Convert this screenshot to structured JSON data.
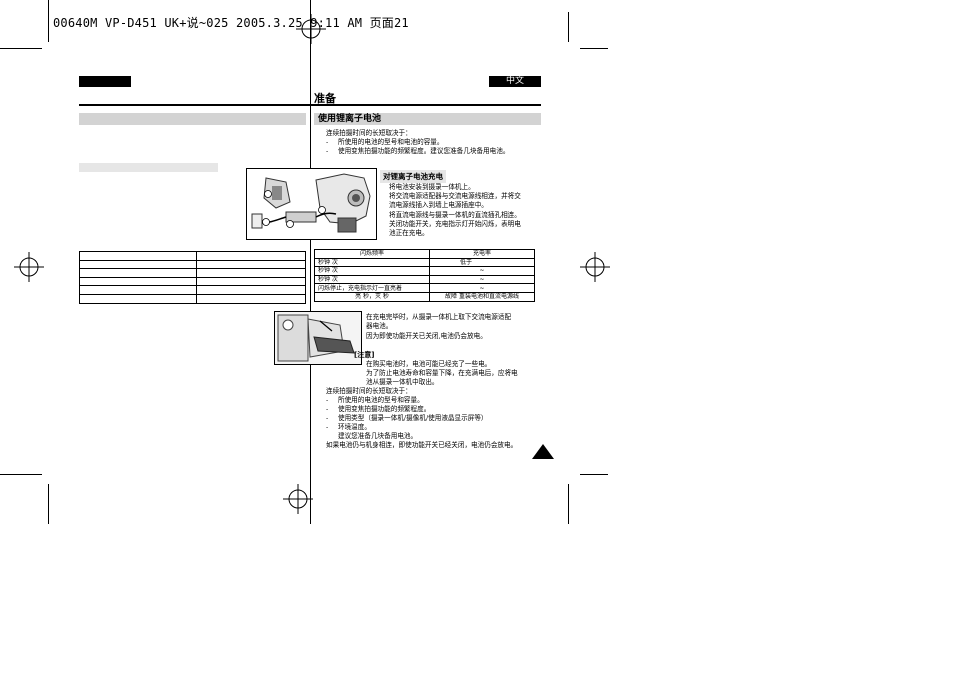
{
  "print_header": "00640M VP-D451 UK+说~025  2005.3.25 9:11 AM  页面21",
  "lang_tab_left": "",
  "lang_tab_right": "中文",
  "page_title": "准备",
  "section_title": "使用锂离子电池",
  "intro": {
    "line1": "连续拍摄时间的长短取决于：",
    "bullet1": "所使用的电池的型号和电池的容量。",
    "bullet2": "使用变焦拍摄功能的频繁程度。建议您准备几块备用电池。",
    "dash": "-"
  },
  "charging": {
    "heading": "对锂离子电池充电",
    "lines": [
      "将电池安装到摄录一体机上。",
      "将交流电源适配器与交流电源线相连，并将交",
      "流电源线插入到墙上电源插座中。",
      "将直流电源线与摄录一体机的直流插孔相连。",
      "关闭功能开关，充电指示灯开始闪烁，表明电",
      "池正在充电。"
    ]
  },
  "led_table": {
    "header": [
      "闪烁频率",
      "充电率"
    ],
    "rows": [
      [
        "秒钟 次",
        "低于"
      ],
      [
        "秒钟 次",
        "~"
      ],
      [
        "秒钟 次",
        "~"
      ],
      [
        "闪烁停止，充电指示灯一直亮着",
        "~"
      ],
      [
        "亮 秒，灭 秒",
        "故障 重装电池和直流电源线"
      ]
    ]
  },
  "after_charge": [
    "在充电完毕时，从摄录一体机上取下交流电源适配",
    "器电池。",
    "因为即使功能开关已关闭,电池仍会放电。"
  ],
  "notes": {
    "label": "[注意]",
    "lines": [
      "在购买电池时，电池可能已经充了一些电。",
      "为了防止电池寿命和容量下降，在充满电后，应将电",
      "池从摄录一体机中取出。"
    ],
    "rec_intro": "连续拍摄时间的长短取决于：",
    "bullets": [
      "所使用的电池的型号和容量。",
      "使用变焦拍摄功能的频繁程度。",
      "使用类型（摄录一体机/摄像机/使用液晶显示屏等）",
      "环境温度。"
    ],
    "after_bullets": "建议您准备几块备用电池。",
    "last": "如果电池仍与机身相连，即使功能开关已经关闭，电池仍会放电。"
  },
  "colors": {
    "gray_bar": "#d3d3d3",
    "light_gray_bar": "#e6e6e6",
    "black": "#000000"
  }
}
